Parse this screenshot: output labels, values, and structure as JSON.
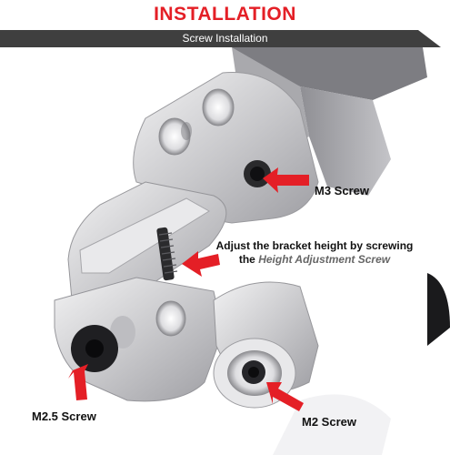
{
  "header": {
    "title": "INSTALLATION",
    "subtitle": "Screw Installation"
  },
  "labels": {
    "m3_screw": "M3 Screw",
    "adjust_line1": "Adjust the bracket height by screwing",
    "adjust_line2_prefix": "the",
    "adjust_line2_emphasis": "Height Adjustment Screw",
    "m25_screw": "M2.5 Screw",
    "m2_screw": "M2 Screw"
  },
  "colors": {
    "title_red": "#e41f26",
    "banner_gray": "#3f3f3f",
    "arrow_red": "#e41f26",
    "bracket_silver": "#d8d8da"
  }
}
